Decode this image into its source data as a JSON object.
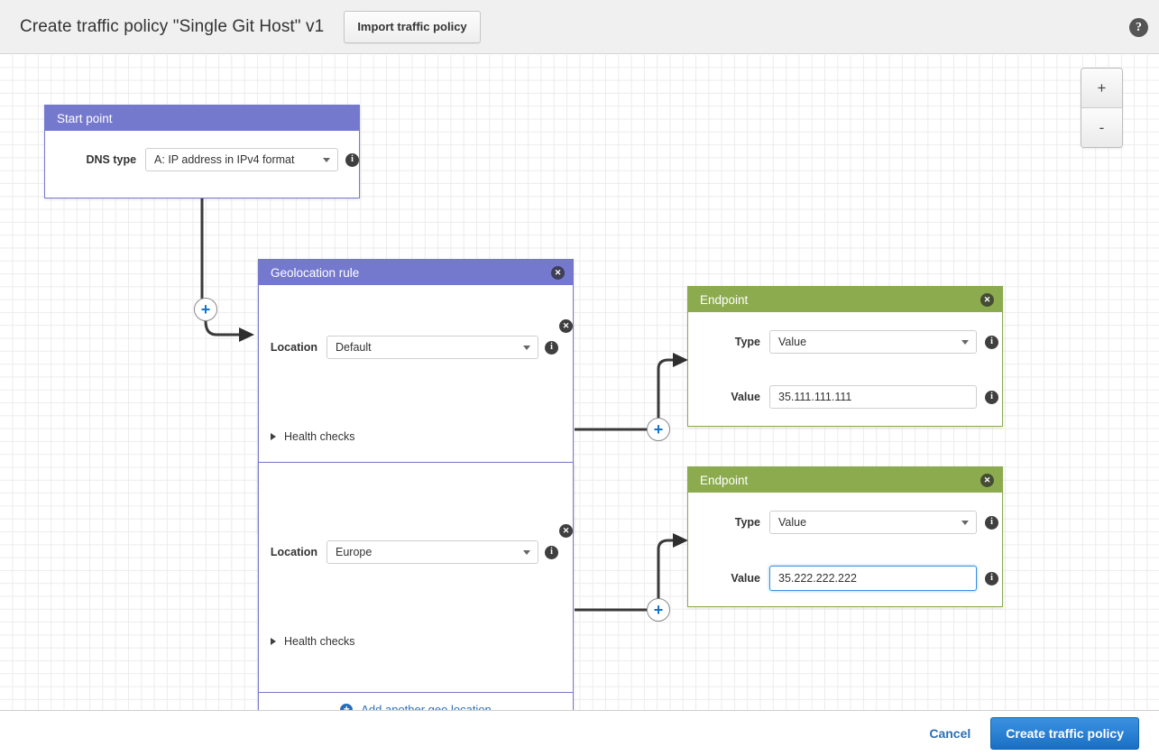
{
  "header": {
    "title": "Create traffic policy \"Single Git Host\" v1",
    "import_label": "Import traffic policy",
    "help_icon": "question-mark-icon",
    "help_glyph": "?"
  },
  "canvas": {
    "zoom": {
      "in_label": "+",
      "out_label": "-"
    }
  },
  "start_point": {
    "title": "Start point",
    "dns_type": {
      "label": "DNS type",
      "value": "A: IP address in IPv4 format"
    },
    "info_icon": "info-icon"
  },
  "geolocation_rule": {
    "title": "Geolocation rule",
    "close_glyph": "✕",
    "locations": [
      {
        "label": "Location",
        "value": "Default",
        "health_checks_label": "Health checks"
      },
      {
        "label": "Location",
        "value": "Europe",
        "health_checks_label": "Health checks"
      }
    ],
    "add_link": "Add another geo location",
    "add_glyph": "+"
  },
  "endpoints": [
    {
      "title": "Endpoint",
      "type": {
        "label": "Type",
        "value": "Value"
      },
      "value": {
        "label": "Value",
        "value": "35.111.111.111"
      },
      "focused": false
    },
    {
      "title": "Endpoint",
      "type": {
        "label": "Type",
        "value": "Value"
      },
      "value": {
        "label": "Value",
        "value": "35.222.222.222"
      },
      "focused": true
    }
  ],
  "connectors": {
    "plus_glyph": "+",
    "nodes": [
      "start-to-rule",
      "rule-default-to-endpoint-1",
      "rule-europe-to-endpoint-2"
    ]
  },
  "footer": {
    "cancel_label": "Cancel",
    "create_label": "Create traffic policy"
  },
  "colors": {
    "purple": "#7579cd",
    "green": "#8cab4f",
    "blue": "#2b6fb5",
    "focus_blue": "#3b90e0"
  }
}
